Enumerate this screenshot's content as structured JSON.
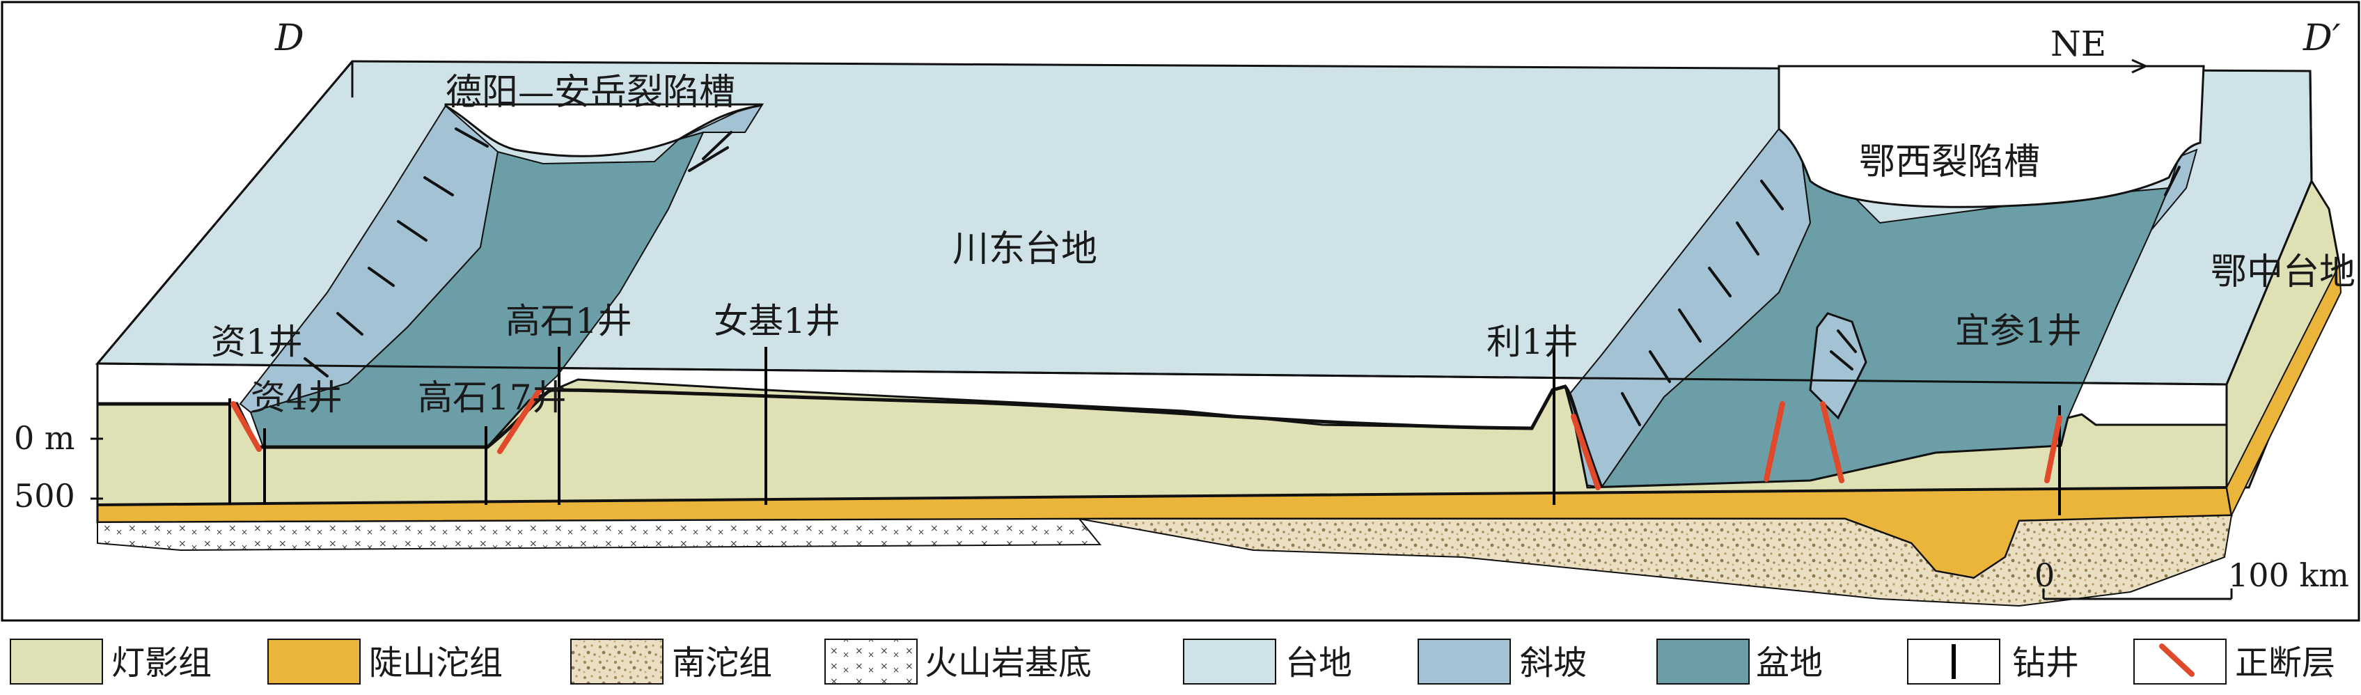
{
  "corners": {
    "left": "D",
    "right": "D′"
  },
  "direction": "NE",
  "troughs": {
    "deyang": "德阳—安岳裂陷槽",
    "exi": "鄂西裂陷槽"
  },
  "platforms": {
    "chuandong": "川东台地",
    "ezhong": "鄂中台地"
  },
  "wells": {
    "zi1": "资1井",
    "zi4": "资4井",
    "gaoshi17": "高石17井",
    "gaoshi1": "高石1井",
    "nvji1": "女基1井",
    "li1": "利1井",
    "yican1": "宜参1井"
  },
  "depth_labels": {
    "zero": "0 m",
    "d500": "500"
  },
  "scale_bar": {
    "start": "0",
    "end": "100 km"
  },
  "legend": [
    {
      "label": "灯影组",
      "swatch": "dengying",
      "color": "#dfe0b4"
    },
    {
      "label": "陡山沱组",
      "swatch": "doushantuo",
      "color": "#ebb53c"
    },
    {
      "label": "南沱组",
      "swatch": "nantuo",
      "color": "#e8dcc0"
    },
    {
      "label": "火山岩基底",
      "swatch": "volcanic",
      "color": "#ffffff"
    },
    {
      "label": "台地",
      "swatch": "platform",
      "color": "#cfe2e8"
    },
    {
      "label": "斜坡",
      "swatch": "slope",
      "color": "#a3c3d4"
    },
    {
      "label": "盆地",
      "swatch": "basin",
      "color": "#6b9ea6"
    },
    {
      "label": "钻井",
      "swatch": "well",
      "color": "#000000"
    },
    {
      "label": "正断层",
      "swatch": "fault",
      "color": "#e0492a"
    }
  ]
}
